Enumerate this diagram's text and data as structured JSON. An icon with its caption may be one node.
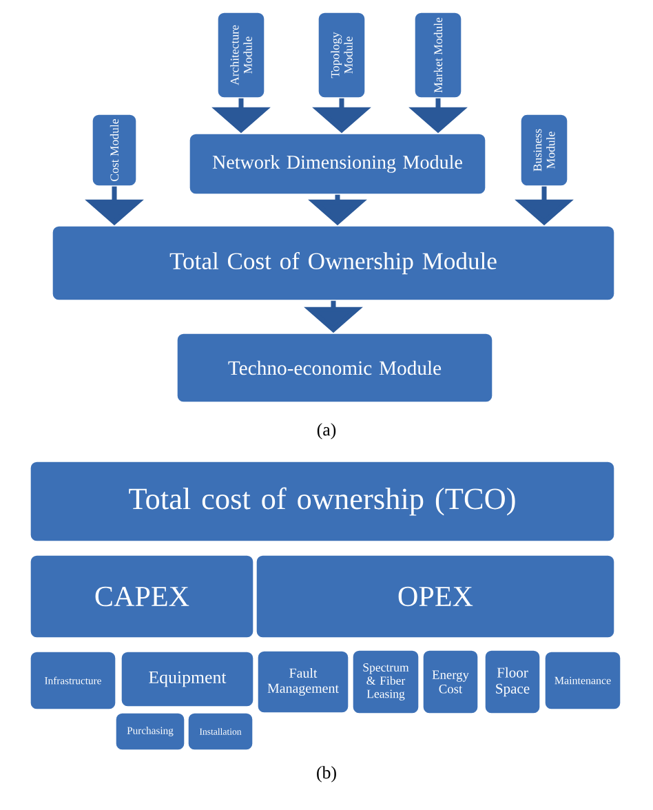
{
  "diagram": {
    "nodes": [
      {
        "text": [
          "Architecture Module"
        ]
      },
      {
        "text": [
          "Topology Module"
        ]
      },
      {
        "text": [
          "Market Module"
        ]
      },
      {
        "text": [
          "Cost Module"
        ]
      },
      {
        "text": [
          "Business Module"
        ]
      },
      {
        "text": [
          "Network Dimensioning Module"
        ]
      },
      {
        "text": [
          "Total Cost of Ownership Module"
        ]
      },
      {
        "text": [
          "Techno-economic Module"
        ]
      },
      {
        "text": [
          "Total cost of ownership (TCO)"
        ]
      },
      {
        "text": [
          "CAPEX"
        ]
      },
      {
        "text": [
          "OPEX"
        ]
      },
      {
        "text": [
          "Infrastructure"
        ]
      },
      {
        "text": [
          "Equipment"
        ]
      },
      {
        "text": [
          "Purchasing"
        ]
      },
      {
        "text": [
          "Installation"
        ]
      },
      {
        "text": [
          "Fault Management"
        ]
      },
      {
        "text": [
          "Spectrum & Fiber Leasing"
        ]
      },
      {
        "text": [
          "Energy Cost"
        ]
      },
      {
        "text": [
          "Floor Space"
        ]
      },
      {
        "text": [
          "Maintenance"
        ]
      }
    ],
    "edges": [
      {
        "from": 0,
        "to": 5,
        "arrow": "to"
      },
      {
        "from": 1,
        "to": 5,
        "arrow": "to"
      },
      {
        "from": 2,
        "to": 5,
        "arrow": "to"
      },
      {
        "from": 3,
        "to": 6,
        "arrow": "to"
      },
      {
        "from": 5,
        "to": 6,
        "arrow": "to"
      },
      {
        "from": 4,
        "to": 6,
        "arrow": "to"
      },
      {
        "from": 6,
        "to": 7,
        "arrow": "to"
      }
    ],
    "labels": [
      "(a)",
      "(b)"
    ]
  }
}
